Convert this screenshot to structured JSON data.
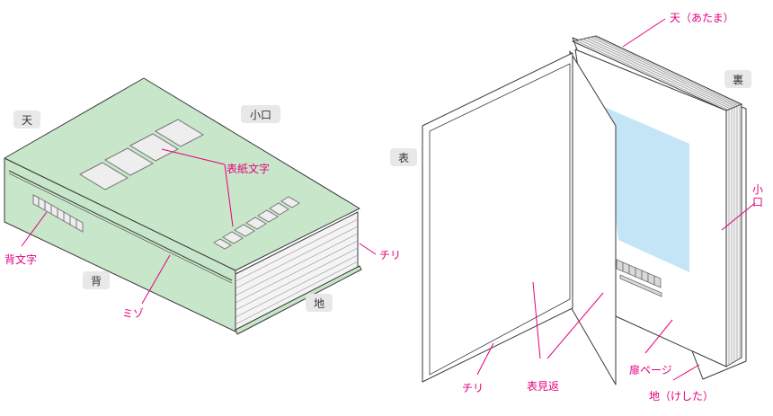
{
  "colors": {
    "cover_green": "#c8e6c9",
    "accent_pink": "#e4007f",
    "frontispiece_blue": "#c3e5f5",
    "label_bg": "#e8e8e8"
  },
  "left_book": {
    "labels": {
      "ten": "天",
      "koguchi": "小口",
      "se": "背",
      "chi": "地"
    },
    "callouts": {
      "hyoshi_moji": "表紙文字",
      "se_moji": "背文字",
      "mizo": "ミゾ",
      "chiri": "チリ"
    }
  },
  "right_book": {
    "labels": {
      "omote": "表",
      "ura": "裏",
      "koguchi_vertical": [
        "小",
        "口"
      ]
    },
    "callouts": {
      "ten_atama": "天（あたま）",
      "chiri": "チリ",
      "mikaeshi": "表見返",
      "tobira": "扉ページ",
      "chi_keshita": "地（けした）"
    }
  }
}
